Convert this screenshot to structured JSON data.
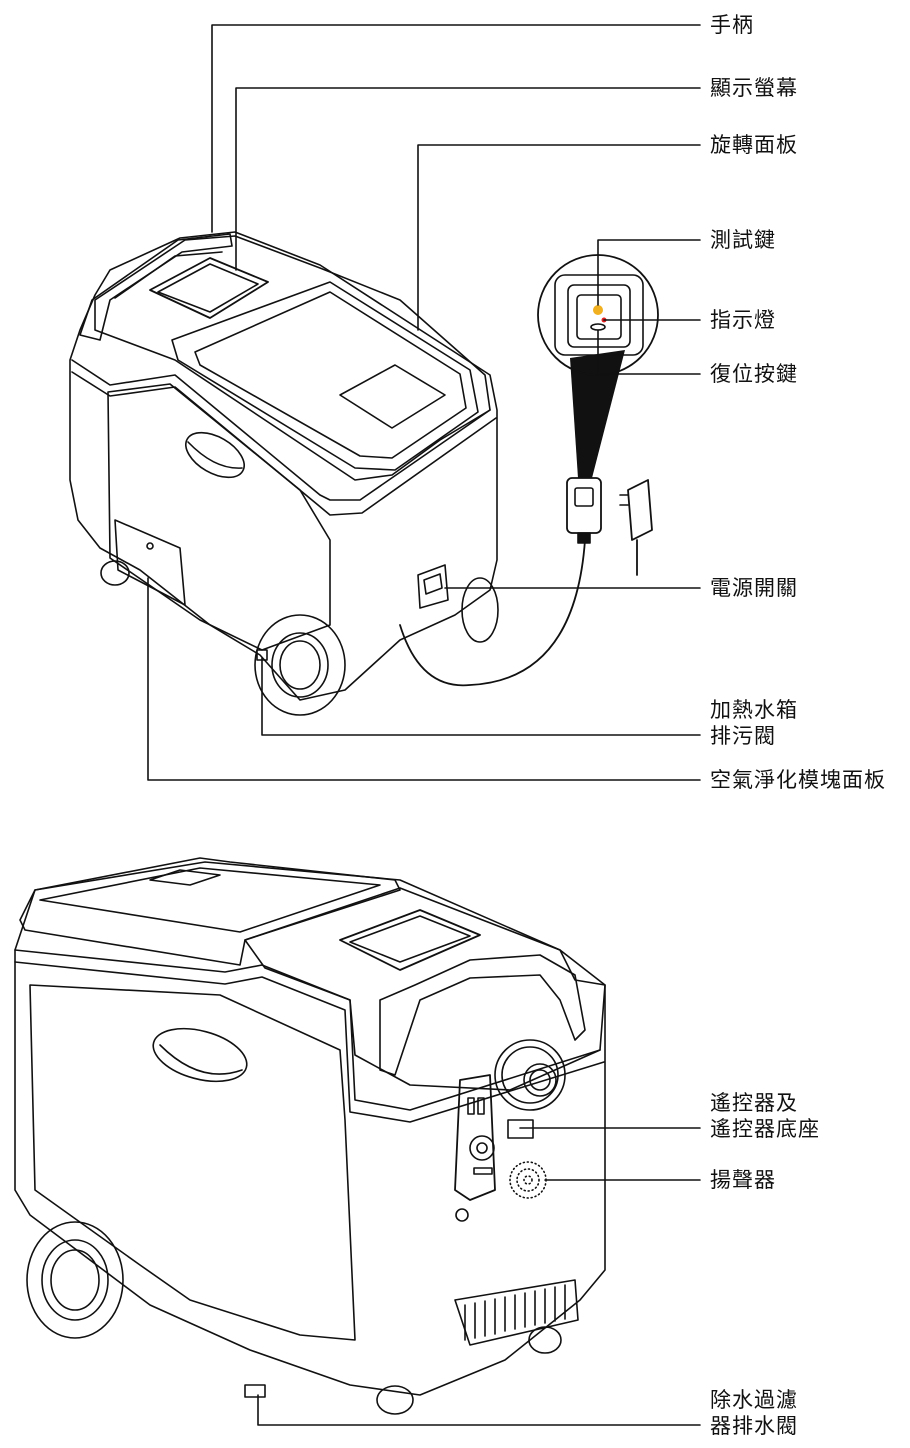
{
  "labels": {
    "handle": "手柄",
    "display": "顯示螢幕",
    "rotating_panel": "旋轉面板",
    "test_key": "測試鍵",
    "indicator": "指示燈",
    "reset_key": "復位按鍵",
    "power_switch": "電源開關",
    "heating_drain_1": "加熱水箱",
    "heating_drain_2": "排污閥",
    "air_panel": "空氣淨化模塊面板",
    "remote_1": "遙控器及",
    "remote_2": "遙控器底座",
    "speaker": "揚聲器",
    "filter_drain_1": "除水過濾",
    "filter_drain_2": "器排水閥"
  },
  "colors": {
    "line": "#111111",
    "test_button": "#f0b020",
    "indicator_light": "#e02020"
  }
}
